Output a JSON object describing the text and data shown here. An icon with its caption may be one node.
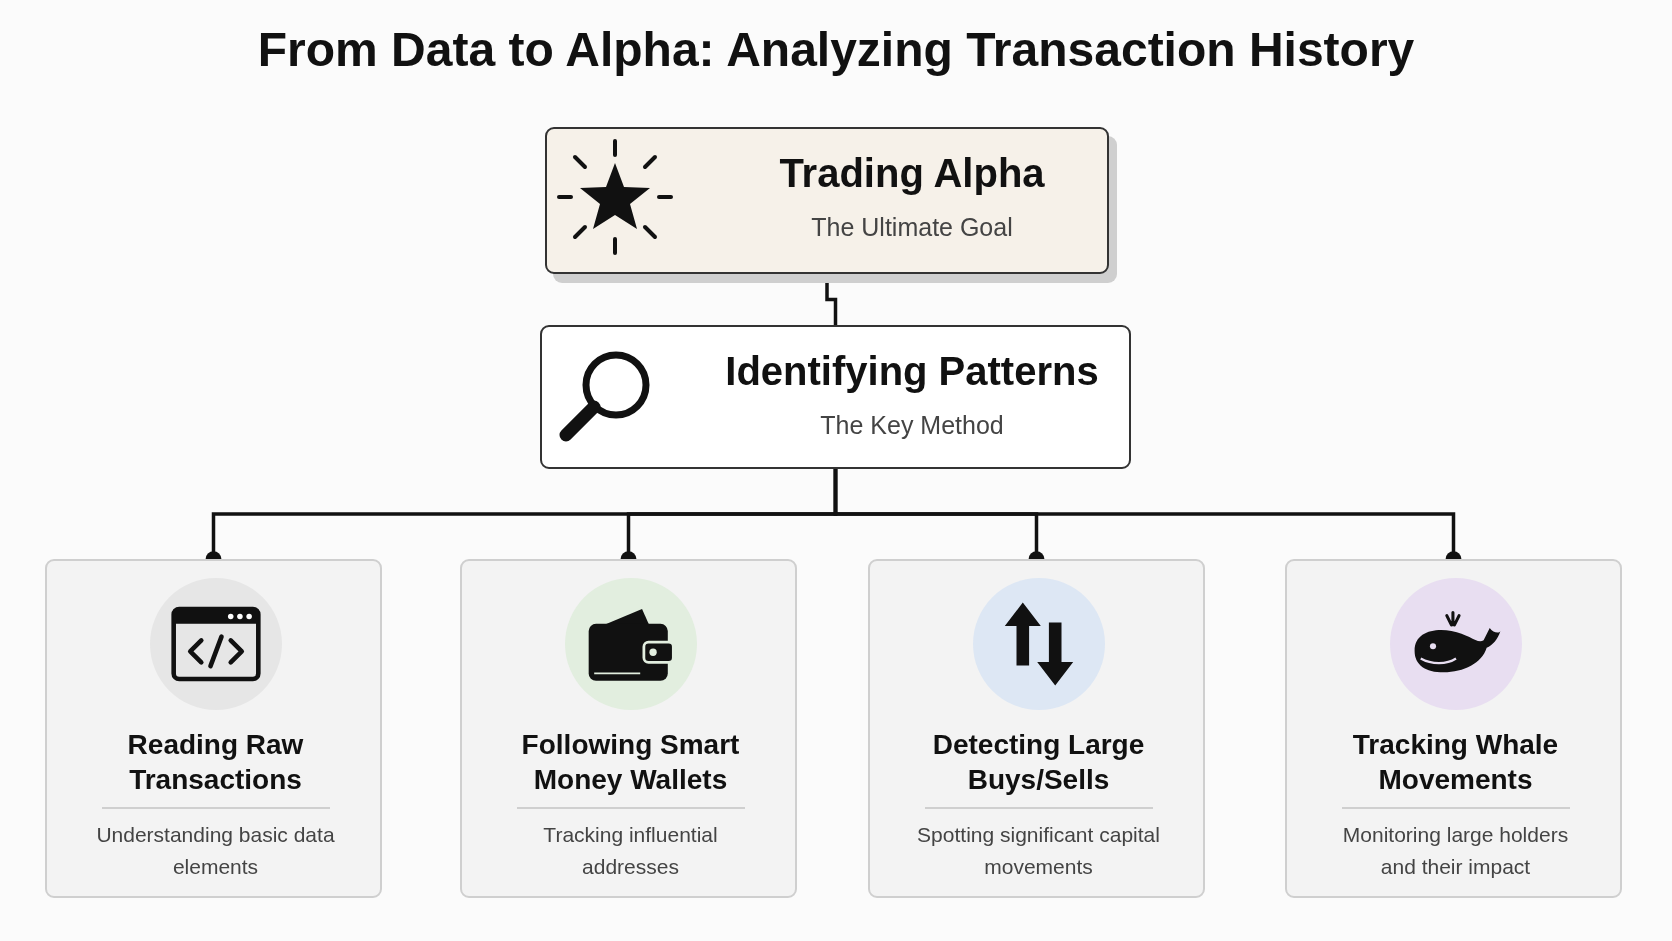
{
  "diagram": {
    "title": "From Data to Alpha: Analyzing Transaction History",
    "nodes": [
      {
        "text": [
          "Trading Alpha",
          "The Ultimate Goal"
        ]
      },
      {
        "text": [
          "Identifying Patterns",
          "The Key Method"
        ]
      },
      {
        "text": [
          "Reading Raw Transactions",
          "Understanding basic data elements"
        ]
      },
      {
        "text": [
          "Following Smart Money Wallets",
          "Tracking influential addresses"
        ]
      },
      {
        "text": [
          "Detecting Large Buys/Sells",
          "Spotting significant capital movements"
        ]
      },
      {
        "text": [
          "Tracking Whale Movements",
          "Monitoring large holders and their impact"
        ]
      }
    ],
    "edges": [
      {
        "from": 0,
        "to": 1,
        "arrow": "none"
      },
      {
        "from": 1,
        "to": 2,
        "arrow": "other"
      },
      {
        "from": 1,
        "to": 3,
        "arrow": "other"
      },
      {
        "from": 1,
        "to": 4,
        "arrow": "other"
      },
      {
        "from": 1,
        "to": 5,
        "arrow": "other"
      }
    ]
  }
}
